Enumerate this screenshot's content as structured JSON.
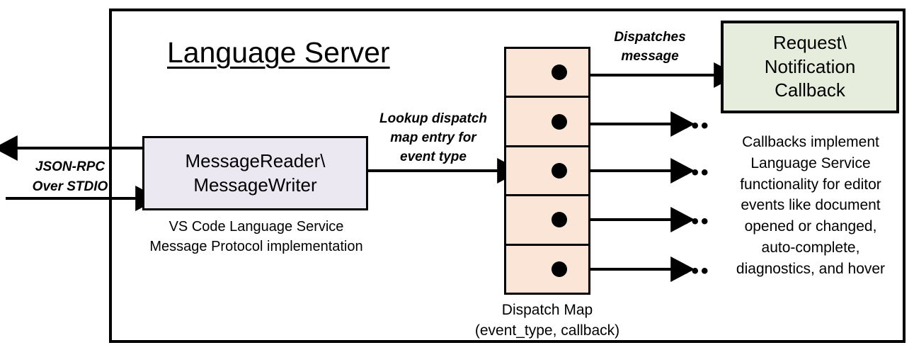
{
  "diagram": {
    "title": "Language Server",
    "frame_label": "language-server-boundary",
    "colors": {
      "reader_fill": "#EBE8F2",
      "dispatch_fill": "#FBE5D6",
      "callback_fill": "#E7EDDC",
      "stroke": "#000000",
      "background": "#FFFFFF"
    }
  },
  "reader": {
    "line1": "MessageReader\\",
    "line2": "MessageWriter",
    "caption_line1": "VS Code Language Service",
    "caption_line2": "Message Protocol implementation"
  },
  "transport": {
    "label_line1": "JSON-RPC",
    "label_line2": "Over STDIO",
    "outbound_arrow": "arrow-left-out",
    "inbound_arrow": "arrow-right-in"
  },
  "lookup": {
    "label_line1": "Lookup dispatch",
    "label_line2": "map entry for",
    "label_line3": "event type"
  },
  "dispatch_map": {
    "caption_line1": "Dispatch Map",
    "caption_line2": "(event_type, callback)",
    "rows": [
      {
        "index": 1,
        "dot": "entry-dot"
      },
      {
        "index": 2,
        "dot": "entry-dot"
      },
      {
        "index": 3,
        "dot": "entry-dot"
      },
      {
        "index": 4,
        "dot": "entry-dot"
      },
      {
        "index": 5,
        "dot": "entry-dot"
      }
    ]
  },
  "dispatch_message": {
    "label_line1": "Dispatches",
    "label_line2": "message"
  },
  "callback": {
    "line1": "Request\\",
    "line2": "Notification",
    "line3": "Callback",
    "caption_line1": "Callbacks implement",
    "caption_line2": "Language Service",
    "caption_line3": "functionality for editor",
    "caption_line4": "events like document",
    "caption_line5": "opened or changed,",
    "caption_line6": "auto-complete,",
    "caption_line7": "diagnostics, and hover"
  },
  "ellipses": {
    "glyph": "•••",
    "items": [
      {
        "row": 2
      },
      {
        "row": 3
      },
      {
        "row": 4
      },
      {
        "row": 5
      }
    ]
  }
}
